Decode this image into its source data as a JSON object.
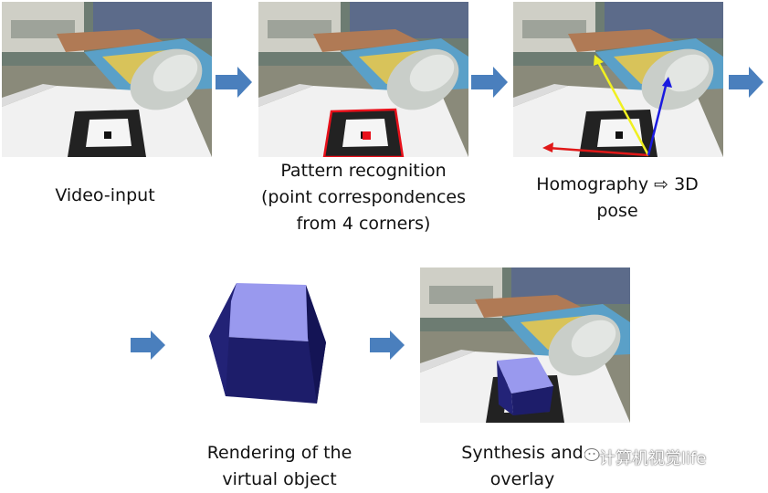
{
  "steps": [
    {
      "caption_lines": [
        "Video-input"
      ]
    },
    {
      "caption_lines": [
        "Pattern recognition",
        "(point correspondences",
        "from 4 corners)"
      ]
    },
    {
      "caption_lines": [
        "Homography ⇨ 3D",
        "pose"
      ]
    },
    {
      "caption_lines": [
        "Rendering of the",
        "virtual object"
      ]
    },
    {
      "caption_lines": [
        "Synthesis and",
        "overlay"
      ]
    }
  ],
  "watermark": "计算机视觉life",
  "colors": {
    "arrow": "#4a7fbd",
    "cube_top": "#9999ee",
    "cube_front": "#1d1d6a",
    "cube_right": "#141455",
    "detect_box": "#e8101a",
    "axis_x": "#e01818",
    "axis_y": "#f0f020",
    "axis_z": "#1a1ae0"
  },
  "icons": [
    "right-arrow-icon",
    "wechat-logo-icon"
  ]
}
